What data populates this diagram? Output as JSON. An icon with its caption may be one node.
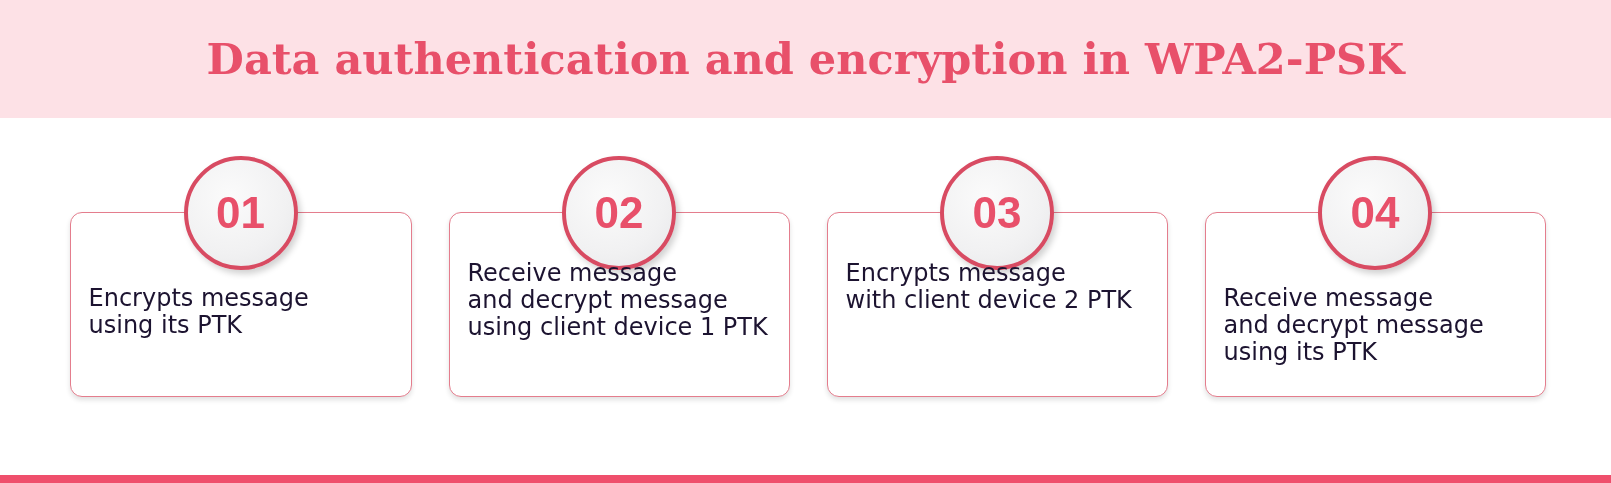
{
  "diagram": {
    "title": "Data authentication and encryption in WPA2-PSK",
    "nodes": [
      {
        "text": [
          "01",
          "Encrypts message using its PTK"
        ]
      },
      {
        "text": [
          "02",
          "Receive message and decrypt message using client device 1 PTK"
        ]
      },
      {
        "text": [
          "03",
          "Encrypts message with client device 2 PTK"
        ]
      },
      {
        "text": [
          "04",
          "Receive message and decrypt message using its PTK"
        ]
      }
    ]
  }
}
